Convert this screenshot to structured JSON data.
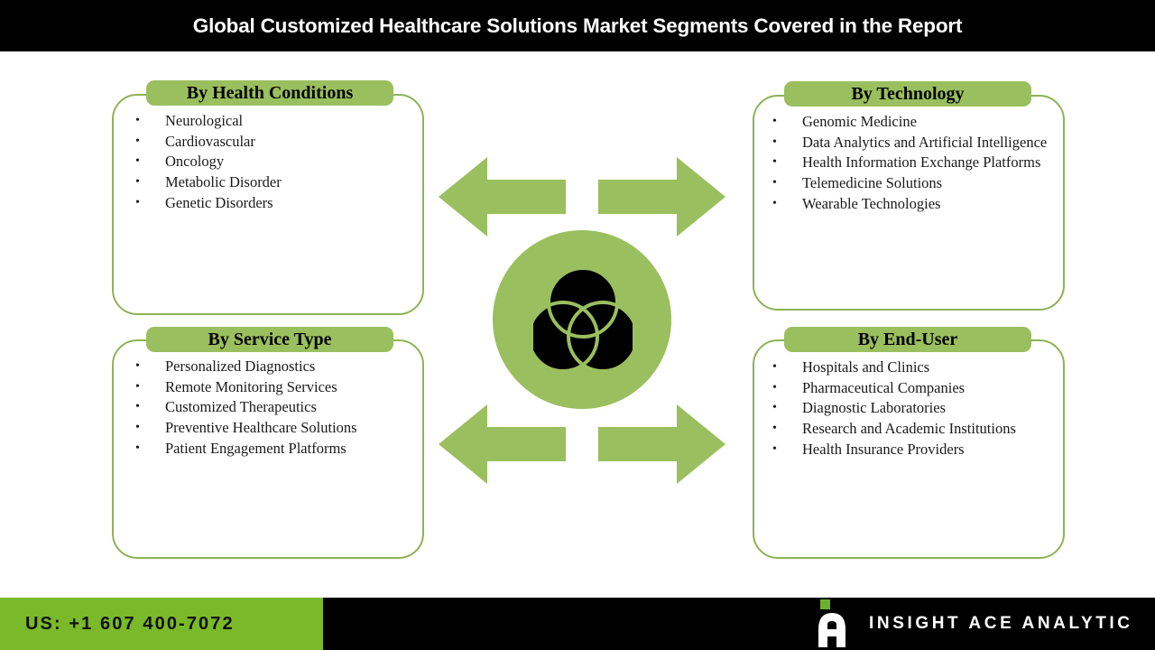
{
  "header": {
    "title": "Global Customized Healthcare Solutions Market Segments Covered in the Report",
    "background_color": "#000000",
    "text_color": "#ffffff"
  },
  "colors": {
    "panel_green": "#9ABF5E",
    "panel_border_green": "#8FB257",
    "arrow_green": "#9ABF5E",
    "footer_green": "#7AB929",
    "black": "#000000",
    "white": "#ffffff"
  },
  "panels": {
    "health_conditions": {
      "title": "By Health Conditions",
      "items": [
        "Neurological",
        "Cardiovascular",
        "Oncology",
        "Metabolic Disorder",
        "Genetic Disorders"
      ]
    },
    "technology": {
      "title": "By Technology",
      "items": [
        "Genomic Medicine",
        "Data Analytics and Artificial Intelligence",
        "Health Information Exchange Platforms",
        "Telemedicine Solutions",
        "Wearable Technologies"
      ]
    },
    "service_type": {
      "title": "By Service Type",
      "items": [
        "Personalized Diagnostics",
        "Remote Monitoring Services",
        "Customized Therapeutics",
        "Preventive Healthcare Solutions",
        "Patient Engagement Platforms"
      ]
    },
    "end_user": {
      "title": "By End-User",
      "items": [
        "Hospitals and Clinics",
        "Pharmaceutical Companies",
        "Diagnostic Laboratories",
        "Research and Academic Institutions",
        "Health Insurance Providers"
      ]
    }
  },
  "center": {
    "icon_name": "venn-diagram-icon",
    "circle_color": "#9ABF5E",
    "icon_color": "#000000"
  },
  "connectors": {
    "top_arrow_name": "double-headed-arrow-top",
    "bottom_arrow_name": "double-headed-arrow-bottom"
  },
  "footer": {
    "phone": "US: +1 607 400-7072",
    "brand": "INSIGHT ACE ANALYTIC",
    "logo_name": "insight-ace-analytic-logo"
  }
}
